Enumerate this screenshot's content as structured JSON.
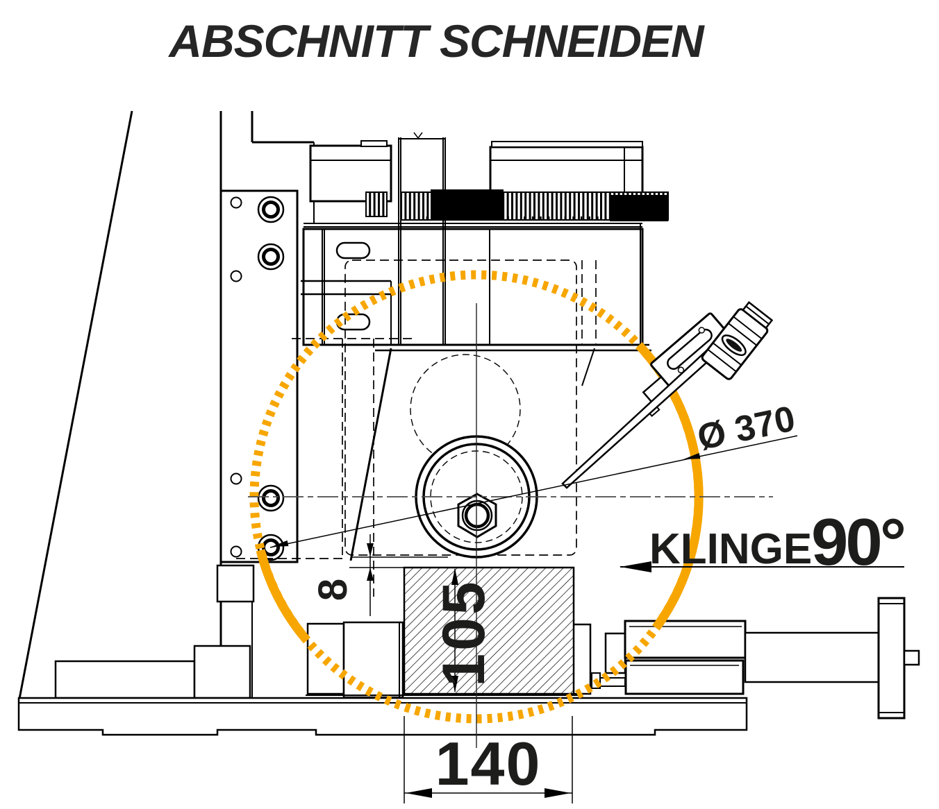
{
  "title": "ABSCHNITT SCHNEIDEN",
  "colors": {
    "accent_orange": "#F7A600",
    "drawing_line": "#000000",
    "text": "#1d1d1b"
  },
  "annotations": {
    "blade_diameter": "Ø 370",
    "blade_label": "KLINGE",
    "blade_angle": "90°",
    "offset_dimension": "8",
    "cut_height_dimension": "105",
    "cut_width_dimension": "140"
  }
}
